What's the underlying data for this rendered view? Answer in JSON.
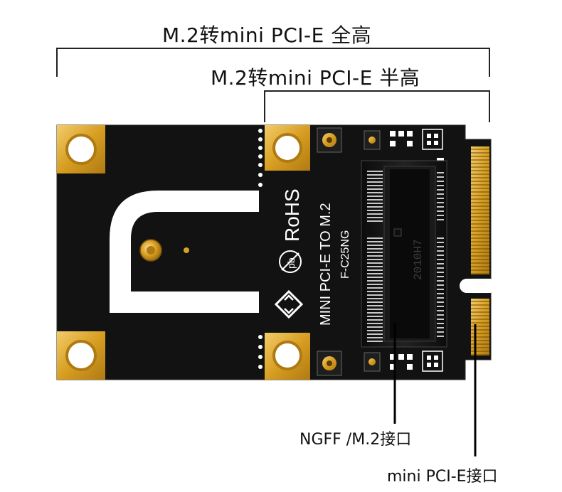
{
  "annotations": {
    "full_height": "M.2转mini PCI-E 全高",
    "half_height": "M.2转mini PCI-E 半高",
    "ngff_port": "NGFF /M.2接口",
    "minipcie_port": "mini PCI-E接口"
  },
  "board": {
    "silkscreen_rohs": "RoHS",
    "silkscreen_pb": "pb",
    "silkscreen_main": "MINI PCI-E TO M.2",
    "silkscreen_model": "F-C25NG",
    "connector_marking": "2010H7"
  },
  "colors": {
    "pcb": "#111111",
    "gold": "#d9a126",
    "gold_light": "#f0c25a",
    "silkscreen": "#ffffff"
  }
}
